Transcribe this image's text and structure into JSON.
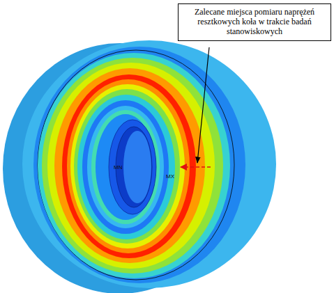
{
  "diagram": {
    "nodes": [
      {
        "text": [
          "Zalecane miejsca pomiaru naprężeń resztkowych koła w trakcie badań stanowiskowych"
        ]
      }
    ],
    "labels": [
      "MN",
      "MX"
    ]
  }
}
